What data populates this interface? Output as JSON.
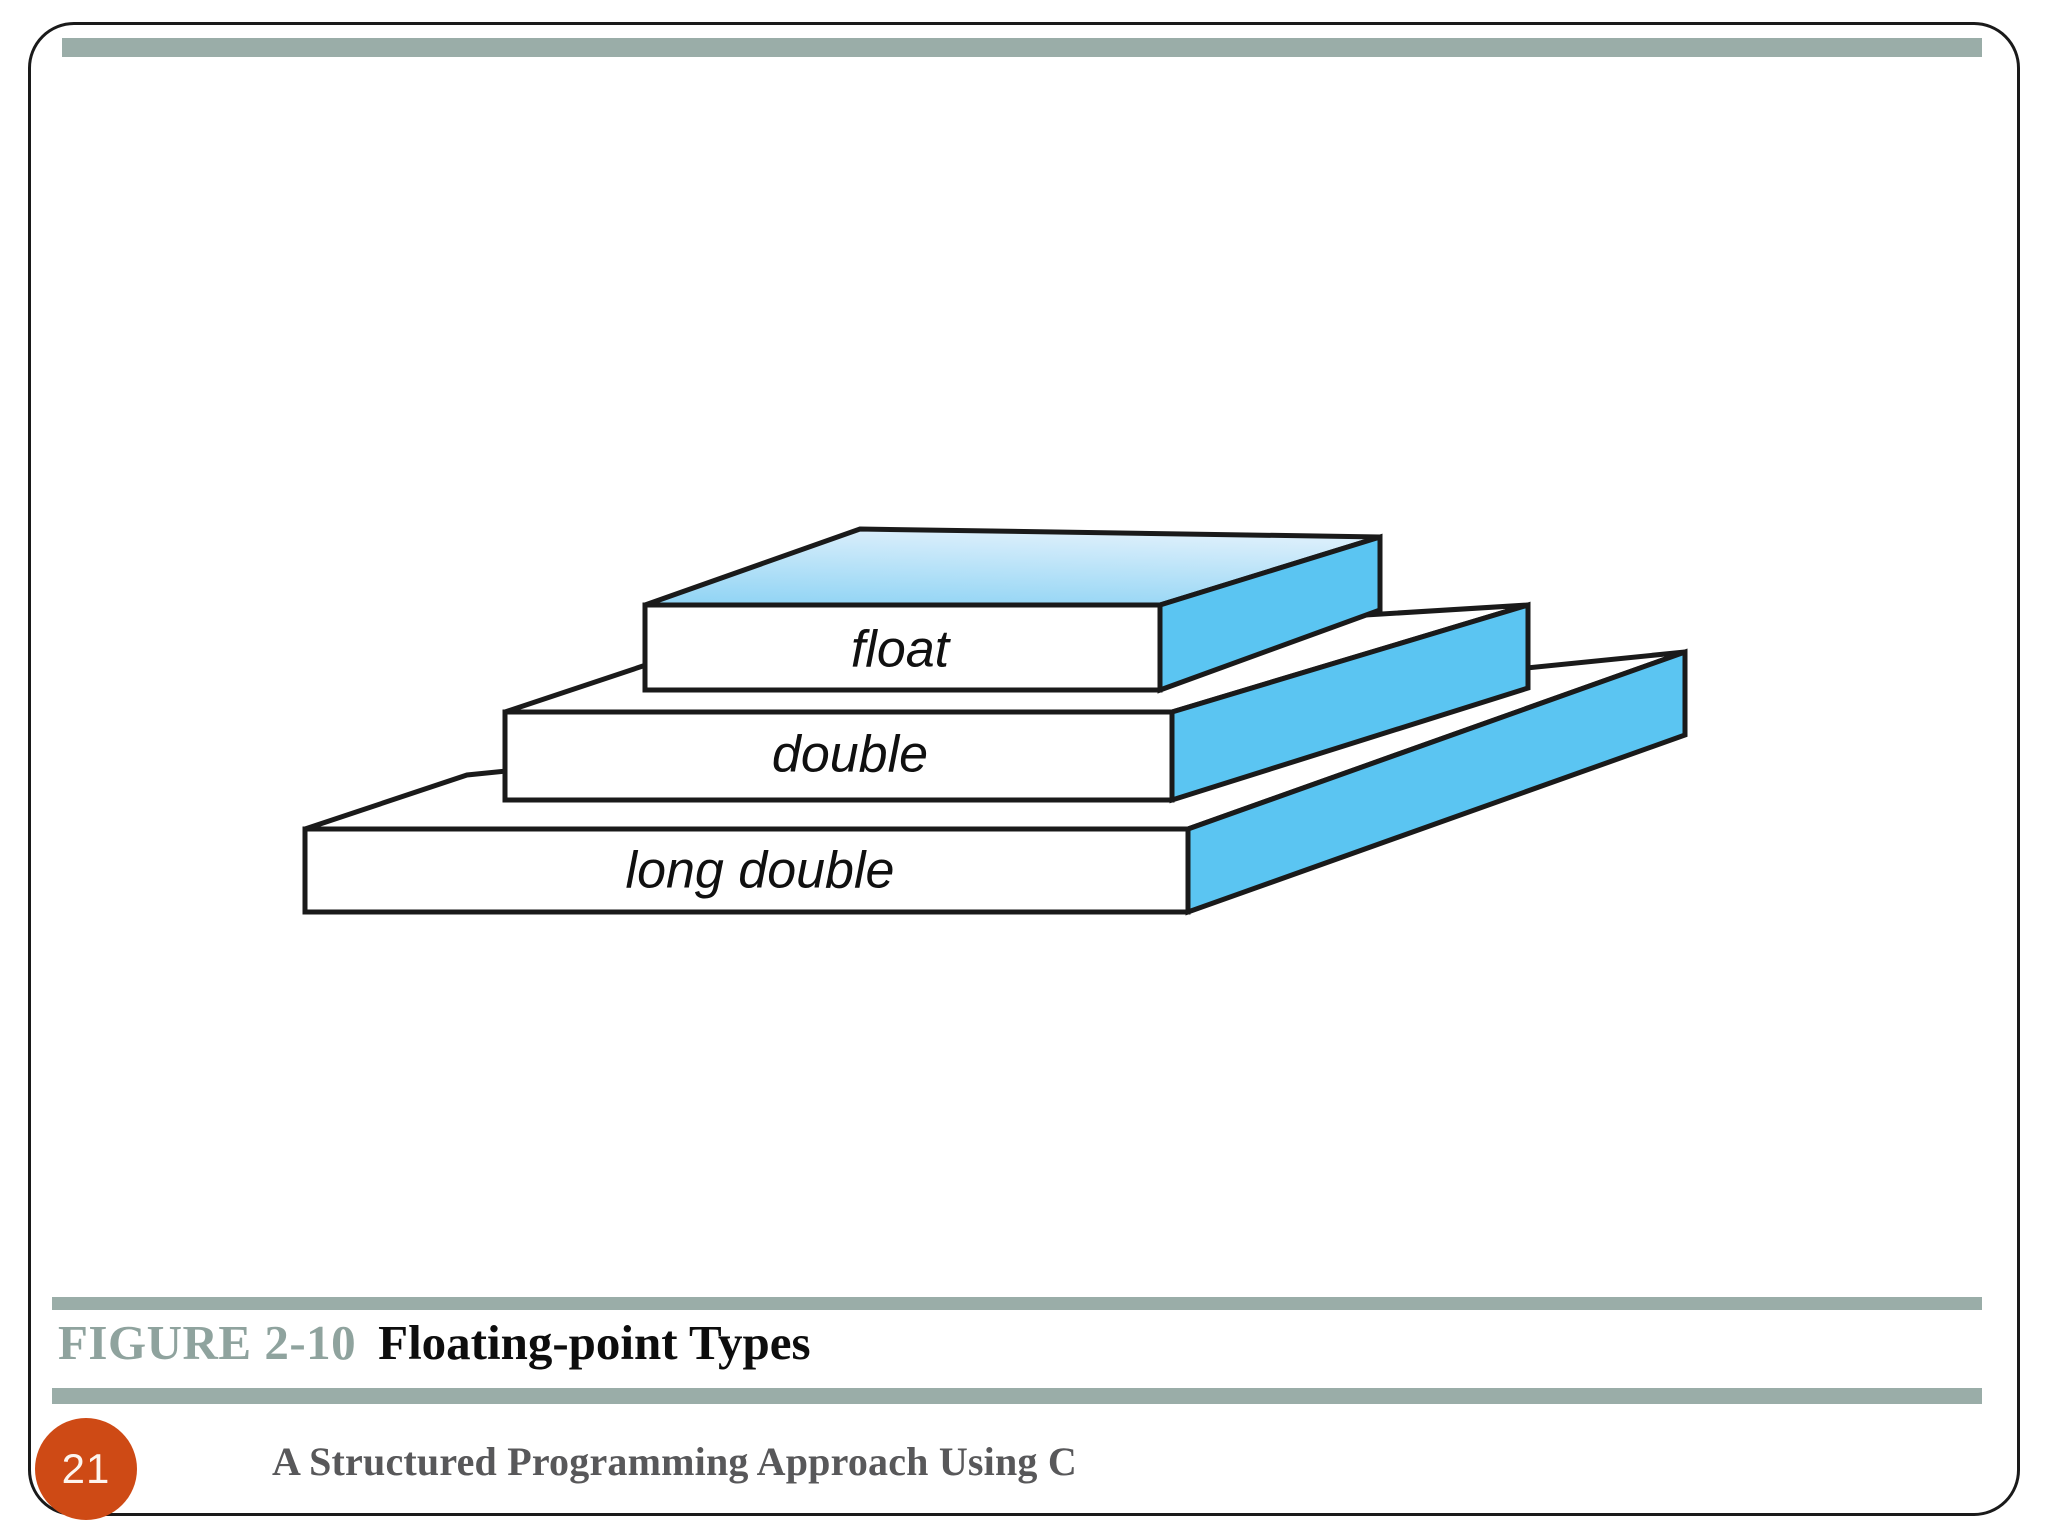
{
  "slide": {
    "page_number": "21",
    "footer": "A Structured Programming Approach Using C",
    "caption": {
      "label": "FIGURE 2-10",
      "title": "Floating-point Types"
    },
    "colors": {
      "accent_bar": "#9aada8",
      "badge": "#ce4a15",
      "caption_label": "#8fa39e",
      "caption_title": "#0d0d0d",
      "footer_text": "#58585a",
      "slab_top_light": "#cfe9f9",
      "slab_top_dark": "#8ed3f4",
      "slab_side": "#5bc5f2",
      "slab_front": "#ffffff",
      "outline": "#1a1a1a"
    }
  },
  "diagram": {
    "type": "isometric-stack",
    "title": "Floating-point Types",
    "description": "Three stacked slabs showing floating-point type sizes from smallest on top to largest at the bottom",
    "tiers": [
      {
        "label": "float",
        "level": 3,
        "size_rank": "smallest"
      },
      {
        "label": "double",
        "level": 2,
        "size_rank": "medium"
      },
      {
        "label": "long double",
        "level": 1,
        "size_rank": "largest"
      }
    ]
  }
}
